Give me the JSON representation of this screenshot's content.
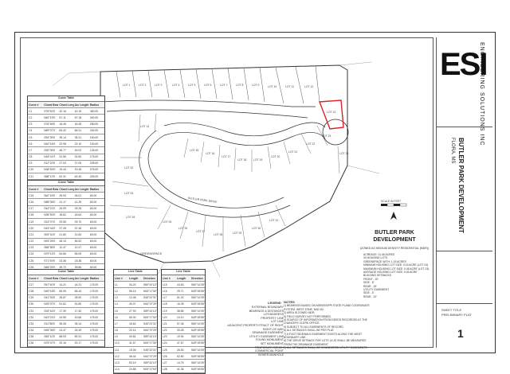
{
  "project": {
    "title_line1": "BUTLER PARK DEVELOPMENT",
    "title_line2": "FLORA, MS",
    "firm_name": "ENGINEERING SOLUTIONS INC",
    "logo_letters": "ESI",
    "sheet_number": "1",
    "sheet_title": "SHEET TITLE",
    "sheet_subtitle": "PRELIMINARY PLAT"
  },
  "plat": {
    "title_line1": "BUTLER PARK",
    "title_line2": "DEVELOPMENT",
    "zoning": "(ZONED AS MEDIUM DENSITY RESIDENTIAL (MDR))",
    "stats": [
      "ACREAGE: 11.46 ACRES",
      "34 HOUSING LOTS",
      "GREENSPACE WITH: 1.19 ACRES",
      "MINIMUM HOUSING LOT SIZE: 0.15 ACRE (LOT 24)",
      "MAXIMUM HOUSING LOT SIZE: 0.45 ACRE (LOT 23)",
      "AVERAGE HOUSING LOT SIZE: 0.26 ACRE",
      "BUILDING SETBACKS",
      "FRONT - 20'",
      "SIDE - 8'",
      "REAR - 15'",
      "UTILITY EASEMENT",
      "SIDE - 5'",
      "REAR - 10'"
    ]
  },
  "tables": {
    "curve_left_top": {
      "title": "Curve Table",
      "headers": [
        "Curve #",
        "Chord Bearing",
        "Chord Length",
        "Arc Length",
        "Radius"
      ],
      "rows": [
        [
          "C1",
          "S75°52'E",
          "42.16",
          "42.19",
          "350.00"
        ],
        [
          "C2",
          "N81°19'E",
          "57.11",
          "57.18",
          "300.00"
        ],
        [
          "C3",
          "S76°48'E",
          "16.45",
          "16.45",
          "250.00"
        ],
        [
          "C4",
          "N69°07'E",
          "83.42",
          "84.01",
          "200.00"
        ],
        [
          "C5",
          "S54°39'E",
          "35.14",
          "35.21",
          "150.00"
        ],
        [
          "C6",
          "N42°16'E",
          "22.08",
          "22.10",
          "100.00"
        ],
        [
          "C7",
          "S30°05'E",
          "48.77",
          "49.02",
          "125.00"
        ],
        [
          "C8",
          "N18°41'E",
          "31.56",
          "31.60",
          "175.00"
        ],
        [
          "C9",
          "S12°22'E",
          "27.03",
          "27.05",
          "225.00"
        ],
        [
          "C10",
          "N08°53'E",
          "19.44",
          "19.45",
          "275.00"
        ],
        [
          "C11",
          "S88°12'E",
          "62.31",
          "62.40",
          "325.00"
        ],
        [
          "C12",
          "N84°40'E",
          "44.90",
          "44.95",
          "375.00"
        ],
        [
          "C13",
          "S80°27'E",
          "38.18",
          "38.21",
          "400.00"
        ],
        [
          "C14",
          "N77°33'E",
          "26.72",
          "26.73",
          "425.00"
        ]
      ]
    },
    "curve_left_bottom": {
      "title": "Curve Table",
      "headers": [
        "Curve #",
        "Chord Bearing",
        "Chord Length",
        "Arc Length",
        "Radius"
      ],
      "rows": [
        [
          "C15",
          "S62°15'E",
          "25.93",
          "26.01",
          "60.00"
        ],
        [
          "C16",
          "N58°38'E",
          "41.17",
          "41.39",
          "60.00"
        ],
        [
          "C17",
          "S44°21'E",
          "33.09",
          "33.25",
          "60.00"
        ],
        [
          "C18",
          "N36°50'E",
          "18.62",
          "18.64",
          "60.00"
        ],
        [
          "C19",
          "S24°07'E",
          "29.55",
          "29.70",
          "60.00"
        ],
        [
          "C20",
          "N15°44'E",
          "37.28",
          "37.46",
          "60.00"
        ],
        [
          "C21",
          "S09°31'E",
          "21.80",
          "21.83",
          "60.00"
        ],
        [
          "C22",
          "N03°26'E",
          "46.13",
          "46.52",
          "60.00"
        ],
        [
          "C23",
          "S86°58'E",
          "12.47",
          "12.47",
          "60.00"
        ],
        [
          "C24",
          "N79°12'E",
          "54.66",
          "55.09",
          "60.00"
        ],
        [
          "C25",
          "S71°49'E",
          "23.35",
          "23.38",
          "60.00"
        ],
        [
          "C26",
          "N66°03'E",
          "39.72",
          "39.86",
          "60.00"
        ]
      ]
    },
    "curve_bottom_left": {
      "title": "Curve Table",
      "headers": [
        "Curve #",
        "Chord Bearing",
        "Chord Length",
        "Arc Length",
        "Radius"
      ],
      "rows": [
        [
          "C27",
          "S57°40'E",
          "14.21",
          "14.21",
          "175.00"
        ],
        [
          "C28",
          "N49°18'E",
          "66.05",
          "66.44",
          "175.00"
        ],
        [
          "C29",
          "S41°33'E",
          "28.87",
          "28.90",
          "175.00"
        ],
        [
          "C30",
          "N33°07'E",
          "51.62",
          "51.80",
          "175.00"
        ],
        [
          "C31",
          "S26°44'E",
          "17.39",
          "17.40",
          "175.00"
        ],
        [
          "C32",
          "N19°21'E",
          "43.55",
          "43.66",
          "175.00"
        ],
        [
          "C33",
          "S11°58'E",
          "35.08",
          "35.14",
          "175.00"
        ],
        [
          "C34",
          "N05°36'E",
          "24.47",
          "24.49",
          "175.00"
        ],
        [
          "C35",
          "S83°12'E",
          "58.93",
          "59.31",
          "175.00"
        ],
        [
          "C36",
          "N75°47'E",
          "20.16",
          "20.17",
          "175.00"
        ]
      ]
    },
    "line_mid_a": {
      "title": "Line Table",
      "headers": [
        "Line #",
        "Length",
        "Direction"
      ],
      "rows": [
        [
          "L1",
          "34.20",
          "S89°42'10\"E"
        ],
        [
          "L2",
          "58.15",
          "N00°17'50\"E"
        ],
        [
          "L3",
          "12.48",
          "S45°22'31\"W"
        ],
        [
          "L4",
          "40.07",
          "N44°37'29\"W"
        ],
        [
          "L5",
          "27.93",
          "S89°42'10\"E"
        ],
        [
          "L6",
          "65.30",
          "N00°17'50\"E"
        ],
        [
          "L7",
          "18.62",
          "S45°22'31\"W"
        ],
        [
          "L8",
          "22.14",
          "N44°37'29\"W"
        ],
        [
          "L9",
          "49.81",
          "S89°42'10\"E"
        ],
        [
          "L10",
          "31.57",
          "N00°17'50\"E"
        ],
        [
          "L11",
          "15.06",
          "S45°22'31\"W"
        ],
        [
          "L12",
          "36.44",
          "N44°37'29\"W"
        ],
        [
          "L13",
          "53.19",
          "S89°42'10\"E"
        ],
        [
          "L14",
          "20.88",
          "N00°17'50\"E"
        ]
      ]
    },
    "line_mid_b": {
      "title": "Line Table",
      "headers": [
        "Line #",
        "Length",
        "Direction"
      ],
      "rows": [
        [
          "L15",
          "44.63",
          "S60°14'05\"E"
        ],
        [
          "L16",
          "29.71",
          "N29°45'55\"E"
        ],
        [
          "L17",
          "61.02",
          "S60°14'05\"E"
        ],
        [
          "L18",
          "16.39",
          "N29°45'55\"E"
        ],
        [
          "L19",
          "38.85",
          "S60°14'05\"E"
        ],
        [
          "L20",
          "24.10",
          "N29°45'55\"E"
        ],
        [
          "L21",
          "57.46",
          "S60°14'05\"E"
        ],
        [
          "L22",
          "33.28",
          "N29°45'55\"E"
        ],
        [
          "L23",
          "19.94",
          "S60°14'05\"E"
        ],
        [
          "L24",
          "47.67",
          "N29°45'55\"E"
        ],
        [
          "L25",
          "26.53",
          "S60°14'05\"E"
        ],
        [
          "L26",
          "52.80",
          "N29°45'55\"E"
        ],
        [
          "L27",
          "14.75",
          "S60°14'05\"E"
        ],
        [
          "L28",
          "41.36",
          "N29°45'55\"E"
        ]
      ]
    }
  },
  "legend": {
    "title": "LEGEND",
    "items": [
      "EXTERNAL BOUNDARY",
      "BEARINGS & DISTANCES",
      "LOT/ADDRESS",
      "PROPERTY LINE",
      "LOT LINE",
      "ADJACENT PROPERTY/TRACT OF RIGHT",
      "RIGHT-OF-WAY",
      "DRAINAGE EASEMENT",
      "UTILITY EASEMENT LINE",
      "FOUND MONUMENT",
      "SET MONUMENT",
      "TEMPORARY BENCH",
      "COMMERCIAL POINT",
      "SEWER MANHOLE"
    ]
  },
  "notes": {
    "title": "NOTES",
    "items": [
      "1) BEARINGS BASED ON MISSISSIPPI STATE PLANE COORDINATE SYSTEM, WEST ZONE, NAD 83.",
      "2) AREA IS ZONED MDR.",
      "3) FIELD SURVEY NOT PERFORMED.",
      "4) SOURCE OF INFORMATION FROM DEEDS RECORDED AT THE CHANCERY CLERK OFFICE.",
      "5) SUBJECT TO ALL EASEMENTS OF RECORD.",
      "6) ALL SETBACKS SHALL BE PER PLAT.",
      "7) 5 FOOT SIDEWALK EASEMENT EXISTS ALONG THE WEST BOUNDARY LINE.",
      "8) THE DRIVE SETBACK FOR LOTS 14-32 SHALL BE MEASURED FROM THE DRAINAGE EASEMENT.",
      "9) ALL SETBACKS SHALL BE CONSIDERED UTILITY EASEMENTS."
    ]
  },
  "drawing": {
    "lot_labels": [
      "LOT 1",
      "LOT 2",
      "LOT 3",
      "LOT 4",
      "LOT 5",
      "LOT 6",
      "LOT 7",
      "LOT 8",
      "LOT 9",
      "LOT 10",
      "LOT 11",
      "LOT 12",
      "LOT 13",
      "LOT 14",
      "LOT 15",
      "LOT 16",
      "LOT 17",
      "LOT 18",
      "LOT 19",
      "LOT 20",
      "LOT 21",
      "LOT 22",
      "LOT 23",
      "LOT 24",
      "LOT 25",
      "LOT 26",
      "LOT 27",
      "LOT 28",
      "LOT 29",
      "LOT 30",
      "LOT 31",
      "LOT 32",
      "LOT 33",
      "LOT 34"
    ],
    "greenspace_label": "GREENSPACE",
    "road_label": "BUTLER PARK DRIVE",
    "scale_label": "SCALE IN FEET",
    "highlight_color": "#d9232a"
  }
}
